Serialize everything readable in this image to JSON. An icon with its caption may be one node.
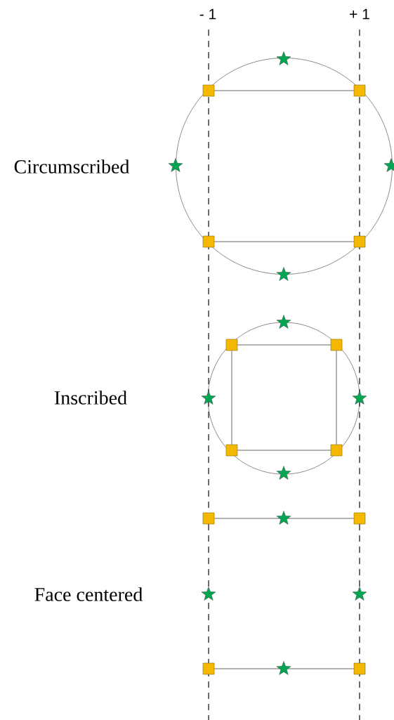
{
  "diagram": {
    "nodes": [
      {
        "text": [],
        "shape": "box"
      },
      {
        "text": [],
        "shape": "box"
      },
      {
        "text": [],
        "shape": "box"
      },
      {
        "text": [],
        "shape": "box"
      },
      {
        "text": [],
        "shape": "box"
      },
      {
        "text": [],
        "shape": "box"
      },
      {
        "text": [],
        "shape": "box"
      },
      {
        "text": [],
        "shape": "box"
      },
      {
        "text": [],
        "shape": "box"
      },
      {
        "text": [],
        "shape": "box"
      },
      {
        "text": [],
        "shape": "box"
      },
      {
        "text": [],
        "shape": "box"
      }
    ],
    "edges": [
      {
        "from": 0,
        "to": 1,
        "arrow": "none"
      },
      {
        "from": 2,
        "to": 3,
        "arrow": "none"
      },
      {
        "from": 4,
        "to": 5,
        "arrow": "none"
      },
      {
        "from": 5,
        "to": 7,
        "arrow": "none"
      },
      {
        "from": 7,
        "to": 6,
        "arrow": "none"
      },
      {
        "from": 6,
        "to": 4,
        "arrow": "none"
      },
      {
        "from": 8,
        "to": 9,
        "arrow": "none"
      },
      {
        "from": 10,
        "to": 11,
        "arrow": "none"
      }
    ],
    "labels": [
      "- 1",
      "+ 1",
      "Circumscribed",
      "Inscribed",
      "Face centered"
    ]
  }
}
